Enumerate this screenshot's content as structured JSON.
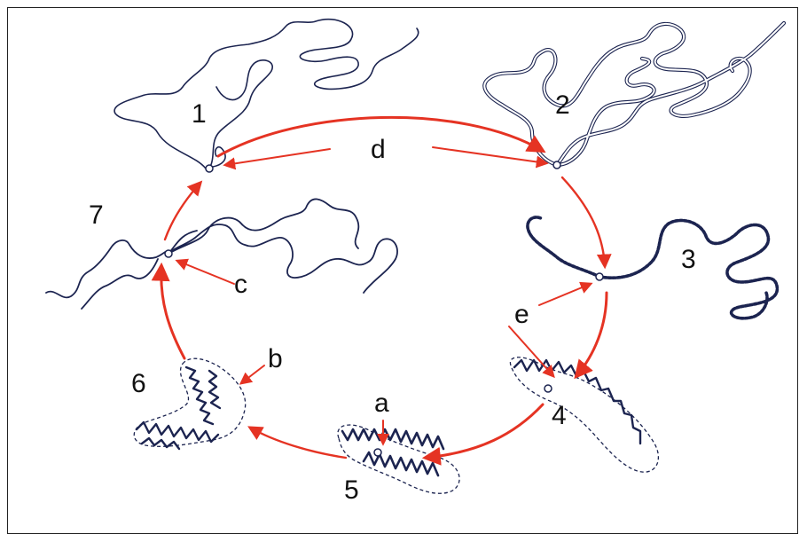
{
  "stage_labels": [
    "1",
    "2",
    "3",
    "4",
    "5",
    "6",
    "7"
  ],
  "pointer_labels": {
    "a": "a",
    "b": "b",
    "c": "c",
    "d": "d",
    "e": "e"
  },
  "colors": {
    "arrows": "#e53323",
    "dna": "#1c2450",
    "background": "#ffffff",
    "frame": "#222222"
  }
}
